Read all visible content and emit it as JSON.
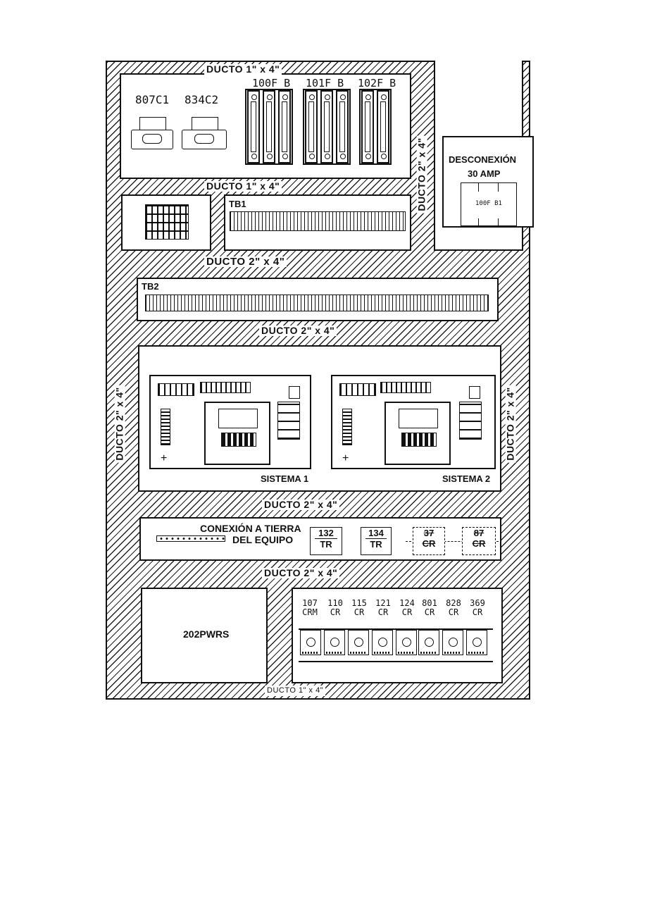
{
  "panel": {
    "duct_labels": {
      "top": "DUCTO  1\" x  4\"",
      "below_fuses": "DUCTO  1\"  x  4\"",
      "right_vertical": "DUCTO  2\"  x  4\"",
      "below_tb1": "DUCTO  2\"  x  4\"",
      "below_tb2": "DUCTO  2\"  x  4\"",
      "left_vertical": "DUCTO  2\"  x  4\"",
      "right_side_vertical": "DUCTO  2\"  x  4\"",
      "below_systems": "DUCTO  2\"  x  4\"",
      "below_ground": "DUCTO  2\"  x  4\"",
      "bottom": "DUCTO    1\"  x  4\""
    },
    "connectors": [
      "807C1",
      "834C2"
    ],
    "fuse_blocks": [
      "100F B",
      "101F B",
      "102F B"
    ],
    "disconnect": {
      "title": "DESCONEXIÓN",
      "rating": "30 AMP",
      "fuse": "100F B1"
    },
    "terminal_blocks": {
      "tb1": "TB1",
      "tb2": "TB2"
    },
    "systems": [
      "SISTEMA 1",
      "SISTEMA 2"
    ],
    "ground": {
      "line1": "CONEXIÓN A TIERRA",
      "line2": "DEL EQUIPO"
    },
    "ground_relays": [
      {
        "num": "132",
        "type": "TR"
      },
      {
        "num": "134",
        "type": "TR"
      },
      {
        "num": "37",
        "type": "CR"
      },
      {
        "num": "87",
        "type": "CR"
      }
    ],
    "power_supply": "202PWRS",
    "control_relays": [
      {
        "num": "107",
        "type": "CRM"
      },
      {
        "num": "110",
        "type": "CR"
      },
      {
        "num": "115",
        "type": "CR"
      },
      {
        "num": "121",
        "type": "CR"
      },
      {
        "num": "124",
        "type": "CR"
      },
      {
        "num": "801",
        "type": "CR"
      },
      {
        "num": "828",
        "type": "CR"
      },
      {
        "num": "369",
        "type": "CR"
      }
    ]
  }
}
